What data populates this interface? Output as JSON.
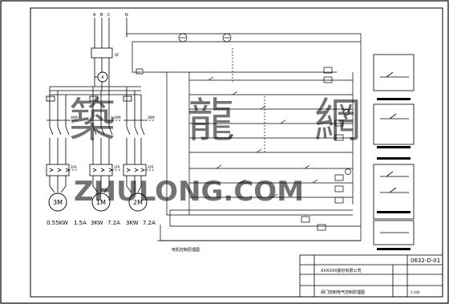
{
  "diagram": {
    "phase_labels": [
      "A",
      "B",
      "C",
      "N"
    ],
    "ammeter": "A",
    "motors": [
      {
        "id": "3M",
        "rating": "0.55KW",
        "current": "1.5A"
      },
      {
        "id": "1M",
        "rating": "3KW",
        "current": "7.2A"
      },
      {
        "id": "2M",
        "rating": "3KW",
        "current": "7.2A"
      }
    ],
    "contactors": [
      "3KM",
      "1KM",
      "2KM"
    ],
    "thermal_relays": [
      "3FR",
      "1FR",
      "2FR"
    ],
    "main_switch": "QF",
    "caption": "电机控制原理图",
    "watermark_cn": [
      "築",
      "龍",
      "網"
    ],
    "watermark_en": "ZHULONG.COM",
    "title_block": {
      "drawing_no": "0632-D-01",
      "company": "XXXXXX股份有限公司",
      "drawing_title": "闸门控制电气控制原理图",
      "scale": "1:100"
    }
  }
}
